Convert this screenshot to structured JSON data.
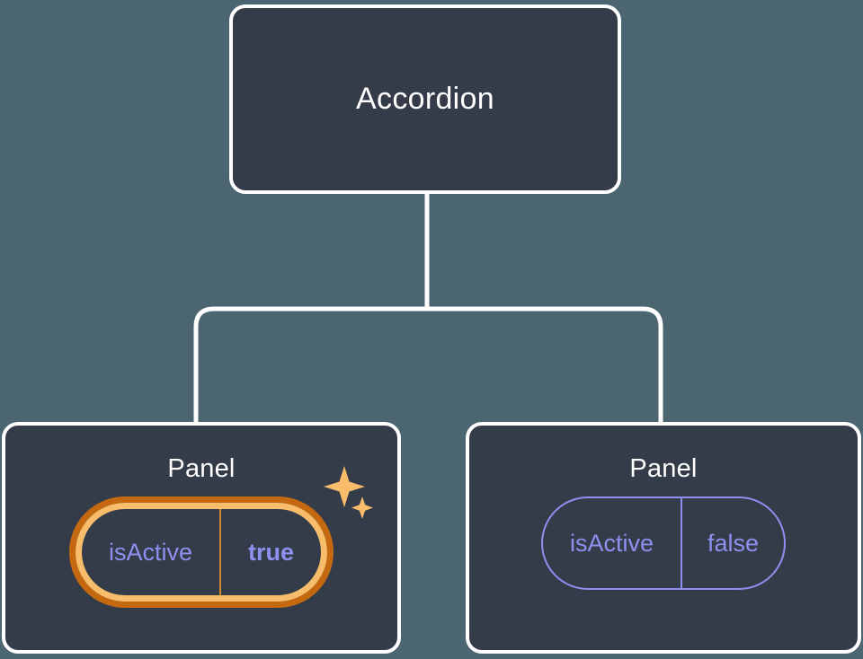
{
  "canvas": {
    "background_color": "#4b6670",
    "node_fill_color": "#343b49",
    "node_border_color": "#ffffff",
    "connector_color": "#ffffff",
    "accent_purple": "#8e90f0",
    "highlight_orange_outer": "#c4690f",
    "highlight_orange_inner": "#f8bd6b",
    "sparkle_color": "#f9bc6a"
  },
  "tree": {
    "root": {
      "title": "Accordion"
    },
    "children": [
      {
        "title": "Panel",
        "highlighted": true,
        "sparkle_icon": "sparkles-icon",
        "prop": {
          "key": "isActive",
          "value": "true"
        }
      },
      {
        "title": "Panel",
        "highlighted": false,
        "prop": {
          "key": "isActive",
          "value": "false"
        }
      }
    ]
  }
}
